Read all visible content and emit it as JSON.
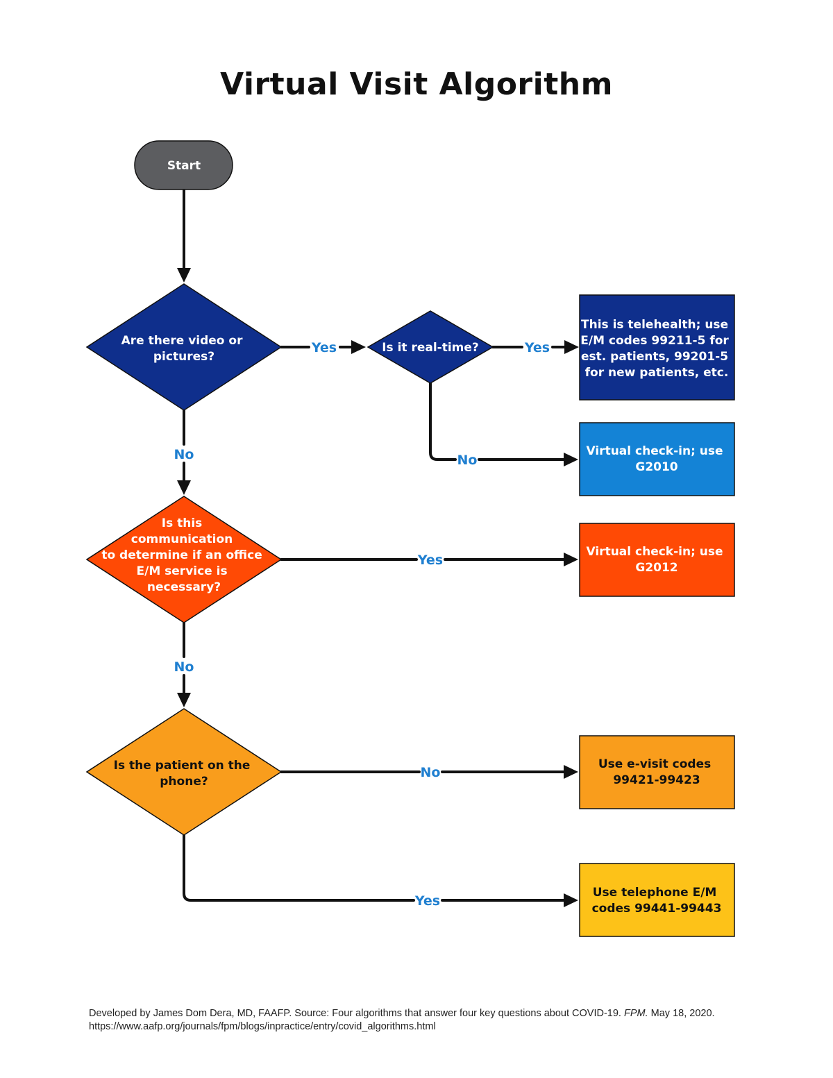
{
  "title": "Virtual Visit Algorithm",
  "colors": {
    "start": "#5c5d60",
    "navy": "#0f2f8c",
    "blue": "#1483d6",
    "orange_red": "#ff4a05",
    "orange": "#f99d1c",
    "yellow": "#fdc218",
    "edge_label": "#1f7fd0"
  },
  "nodes": {
    "start": {
      "label": "Start"
    },
    "q_video": {
      "lines": [
        "Are there video or",
        "pictures?"
      ]
    },
    "q_realtime": {
      "lines": [
        "Is it real-time?"
      ]
    },
    "r_telehealth": {
      "lines": [
        "This is telehealth; use",
        "E/M codes 99211-5 for",
        "est. patients, 99201-5",
        "for new patients, etc."
      ]
    },
    "r_g2010": {
      "lines": [
        "Virtual check-in; use",
        "G2010"
      ]
    },
    "q_office": {
      "lines": [
        "Is this",
        "communication",
        "to determine if an office",
        "E/M service is",
        "necessary?"
      ]
    },
    "r_g2012": {
      "lines": [
        "Virtual check-in; use",
        "G2012"
      ]
    },
    "q_phone": {
      "lines": [
        "Is the patient on the",
        "phone?"
      ]
    },
    "r_evisit": {
      "lines": [
        "Use e-visit codes",
        "99421-99423"
      ]
    },
    "r_telephone": {
      "lines": [
        "Use telephone E/M",
        "codes 99441-99443"
      ]
    }
  },
  "edges": {
    "video_yes": "Yes",
    "realtime_yes": "Yes",
    "realtime_no": "No",
    "video_no": "No",
    "office_yes": "Yes",
    "office_no": "No",
    "phone_no": "No",
    "phone_yes": "Yes"
  },
  "footer": {
    "line1_pre": "Developed by James Dom Dera, MD, FAAFP. Source: Four algorithms that answer four key questions about COVID-19. ",
    "line1_journal": "FPM.",
    "line1_post": " May 18, 2020.",
    "line2": "https://www.aafp.org/journals/fpm/blogs/inpractice/entry/covid_algorithms.html"
  }
}
